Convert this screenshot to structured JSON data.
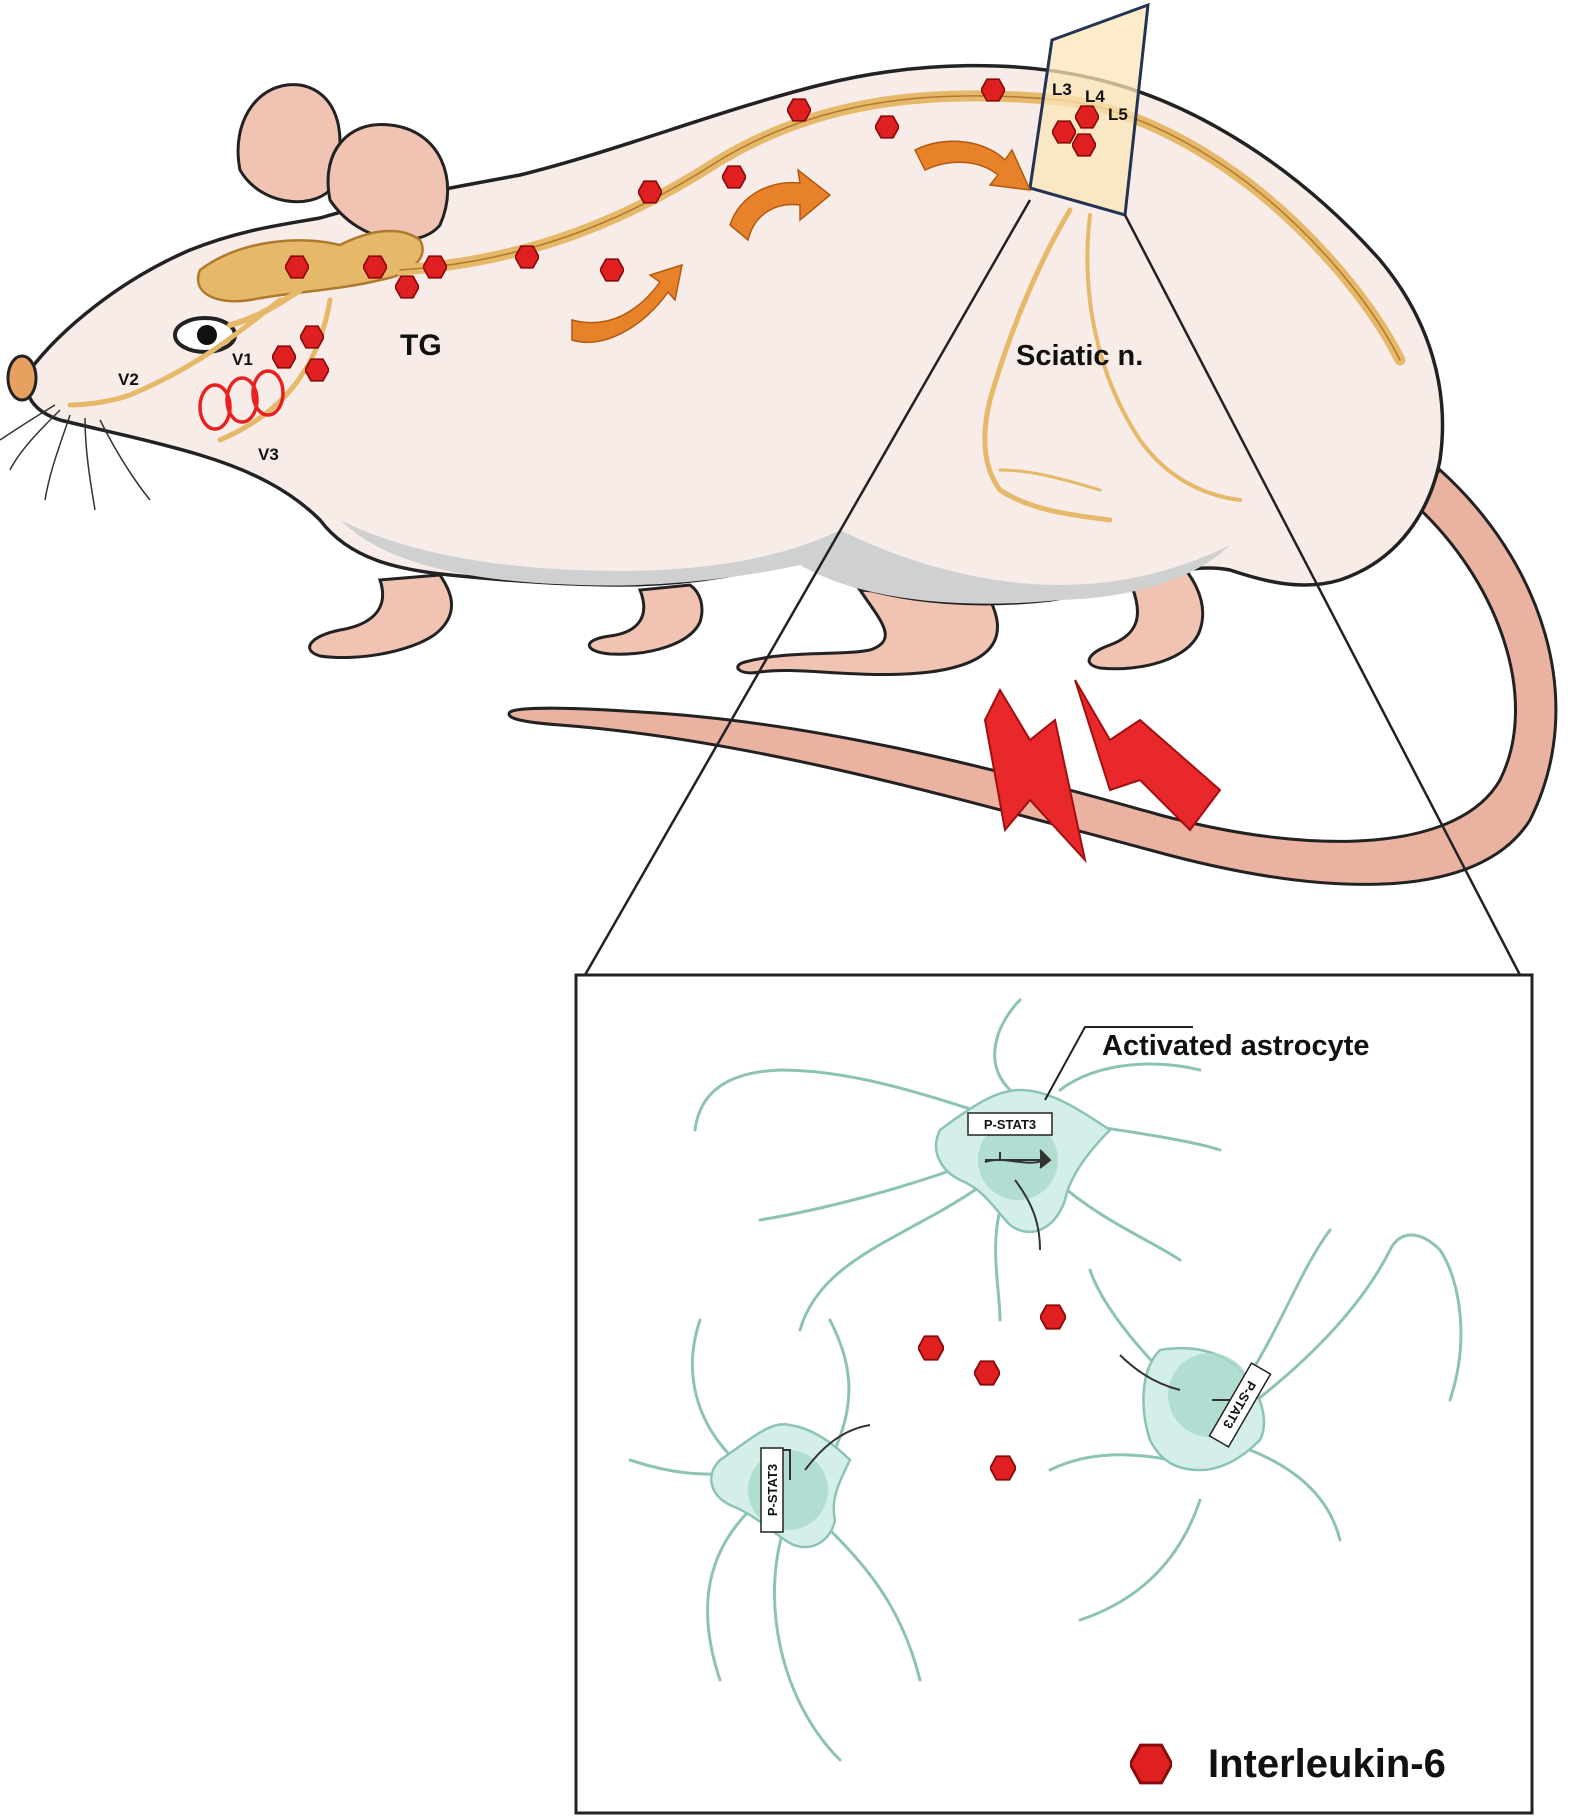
{
  "colors": {
    "body_fill": "#f7ece8",
    "body_shadow": "#cfd0d0",
    "skin": "#f0c3b3",
    "tail": "#eab2a0",
    "nerve": "#e6b86a",
    "nerve_stroke": "#b07a2c",
    "il6": "#e02020",
    "arrow": "#e8822a",
    "lightning": "#e8282a",
    "spinal_box": "#fbe6b8",
    "astrocyte_fill": "#d4efe9",
    "astrocyte_stroke": "#8cc3b6",
    "nucleus": "#a9d8cc",
    "frame": "#222222"
  },
  "labels": {
    "tg": "TG",
    "v1": "V1",
    "v2": "V2",
    "v3": "V3",
    "sciatic": "Sciatic n.",
    "l3": "L3",
    "l4": "L4",
    "l5": "L5",
    "activated_astrocyte": "Activated astrocyte",
    "pstat3": "P-STAT3",
    "legend_il6": "Interleukin-6"
  },
  "icons": {
    "il6_marker": "red-hexagon-icon",
    "injury": "lightning-bolt-icon",
    "spread": "curved-arrow-icon"
  }
}
